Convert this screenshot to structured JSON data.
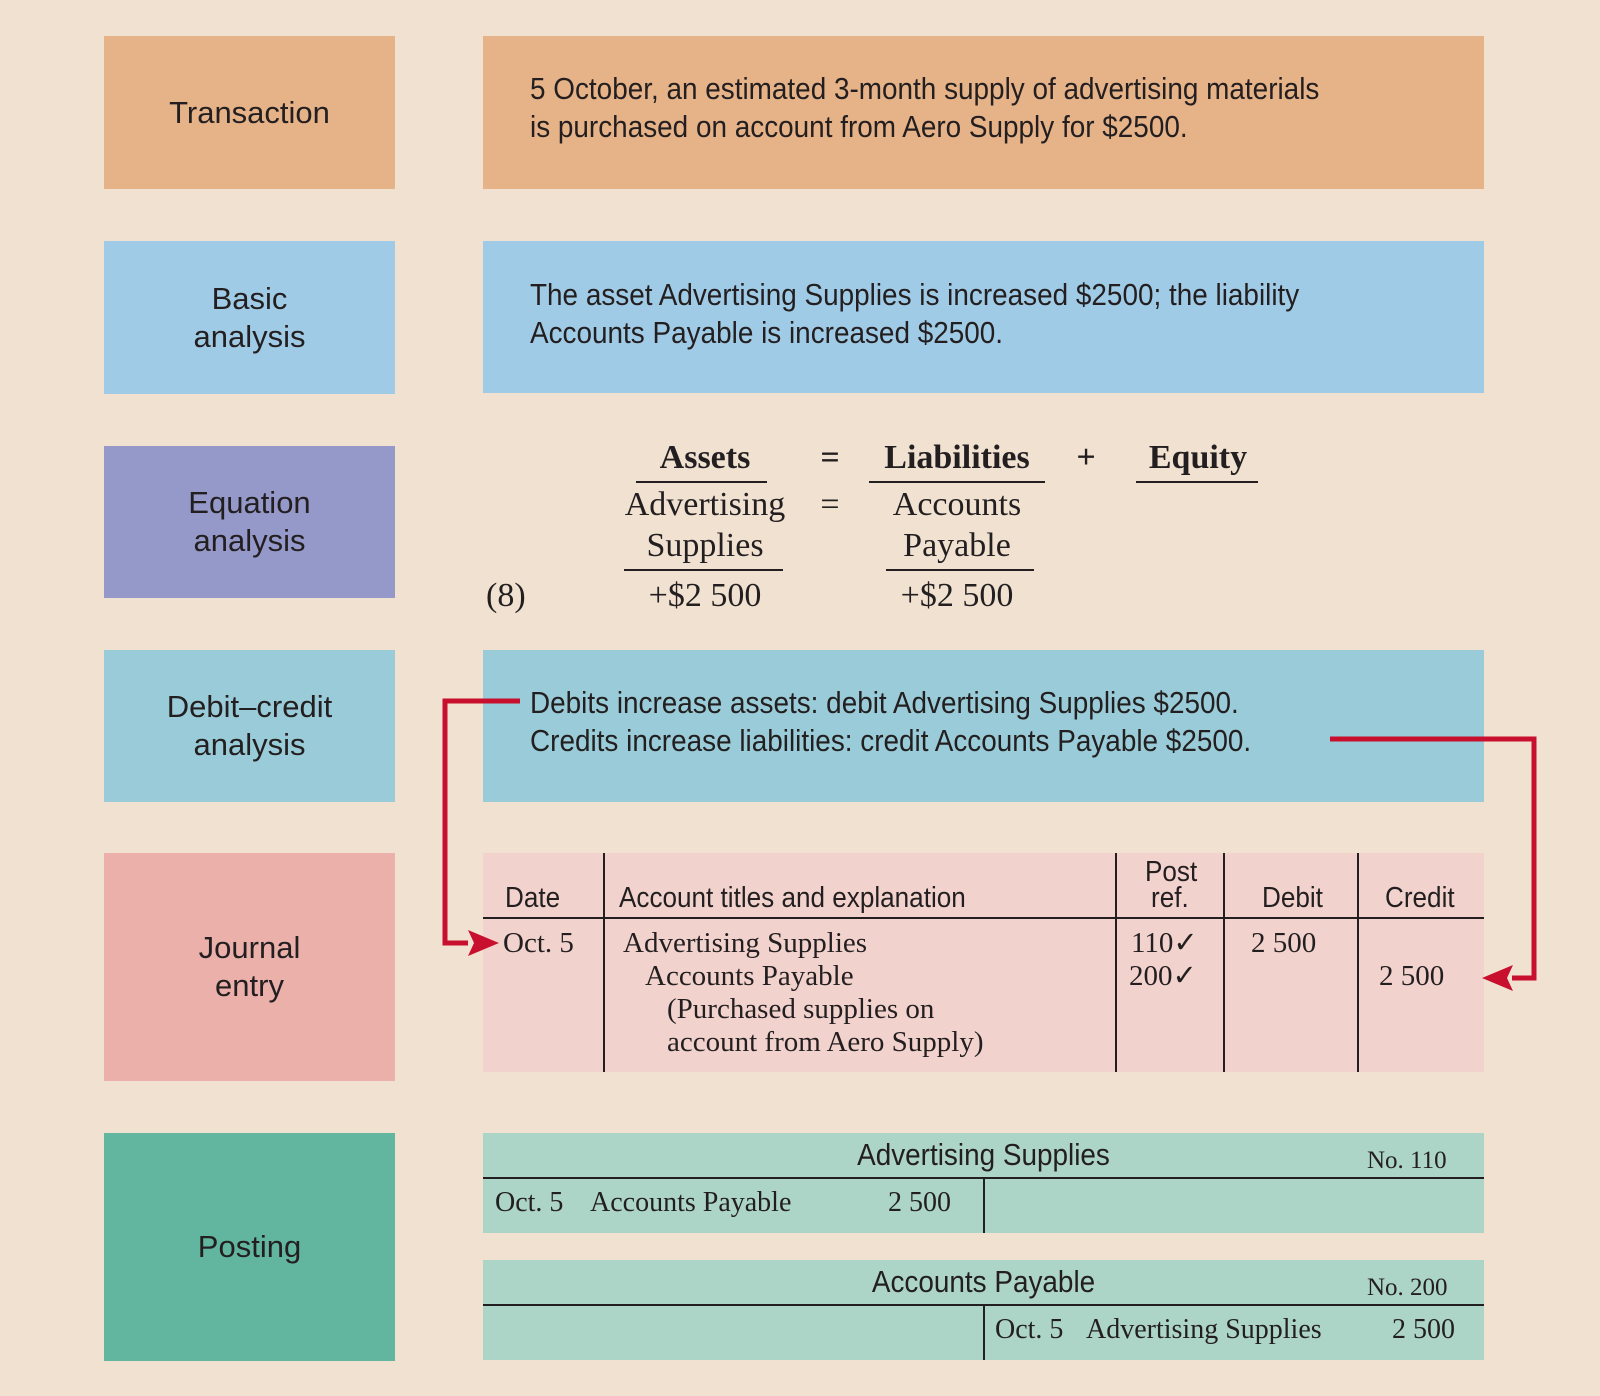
{
  "labels": {
    "transaction": "Transaction",
    "basic_1": "Basic",
    "basic_2": "analysis",
    "equation_1": "Equation",
    "equation_2": "analysis",
    "debit_credit_1": "Debit–credit",
    "debit_credit_2": "analysis",
    "journal_1": "Journal",
    "journal_2": "entry",
    "posting": "Posting"
  },
  "transaction": {
    "line1": "5 October, an estimated 3-month supply of advertising materials",
    "line2": "is purchased on account from Aero Supply for $2500."
  },
  "basic_analysis": {
    "line1": "The asset Advertising Supplies is increased $2500; the liability",
    "line2": "Accounts Payable is increased $2500."
  },
  "equation": {
    "assets": "Assets",
    "equals": "=",
    "liabilities": "Liabilities",
    "plus": "+",
    "equity": "Equity",
    "left_account_1": "Advertising",
    "left_account_2": "Supplies",
    "right_account_1": "Accounts",
    "right_account_2": "Payable",
    "ref": "(8)",
    "left_change": "+$2 500",
    "right_change": "+$2 500"
  },
  "debit_credit": {
    "line1": "Debits increase assets: debit Advertising Supplies $2500.",
    "line2": "Credits increase liabilities: credit Accounts Payable $2500."
  },
  "journal": {
    "headers": {
      "date": "Date",
      "account": "Account titles and explanation",
      "post_ref_1": "Post",
      "post_ref_2": "ref.",
      "debit": "Debit",
      "credit": "Credit"
    },
    "date": "Oct. 5",
    "debit_account": "Advertising Supplies",
    "credit_account": "Accounts Payable",
    "explanation_1": "(Purchased supplies on",
    "explanation_2": "account from Aero Supply)",
    "debit_ref": "110✓",
    "credit_ref": "200✓",
    "debit_amount": "2 500",
    "credit_amount": "2 500"
  },
  "posting": {
    "ledger1": {
      "title": "Advertising Supplies",
      "number": "No. 110",
      "entry_date": "Oct. 5",
      "entry_desc": "Accounts Payable",
      "entry_amount": "2 500"
    },
    "ledger2": {
      "title": "Accounts Payable",
      "number": "No. 200",
      "entry_date": "Oct. 5",
      "entry_desc": "Advertising Supplies",
      "entry_amount": "2 500"
    }
  },
  "colors": {
    "background": "#f0e1d1",
    "transaction": "#e6b288",
    "basic": "#a0cbe6",
    "equation": "#9599c9",
    "debit_credit": "#99ccd8",
    "journal_label": "#ebb0aa",
    "journal_box": "#f2d2cd",
    "posting_label": "#62b69f",
    "posting_box": "#acd4c7",
    "arrow": "#c8102e"
  }
}
